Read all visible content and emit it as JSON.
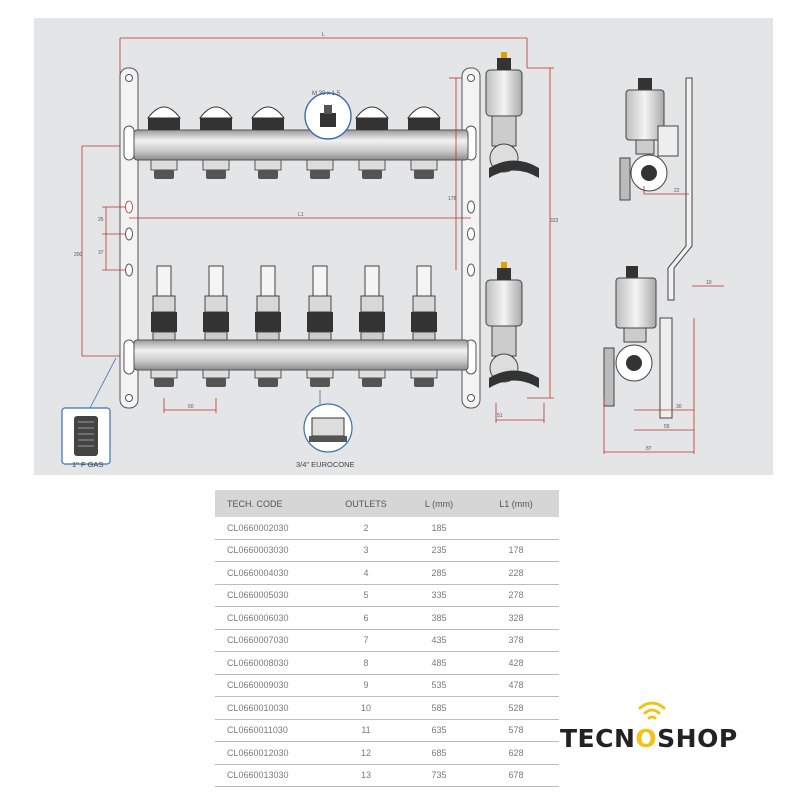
{
  "drawing": {
    "dim_L": "L",
    "dim_L1": "L1",
    "thread_label": "M 30 x 1.5",
    "dim_25": "25",
    "dim_37": "37",
    "dim_200": "200",
    "dim_178": "178",
    "dim_323": "323",
    "dim_50": "50",
    "dim_51": "51",
    "dim_22": "22",
    "dim_10": "10",
    "dim_30": "30",
    "dim_55": "55",
    "dim_87": "87",
    "label_gas": "1\" F GAS",
    "label_eurocone": "3/4\" EUROCONE"
  },
  "table": {
    "headers": [
      "TECH. CODE",
      "OUTLETS",
      "L (mm)",
      "L1 (mm)"
    ],
    "rows": [
      [
        "CL0660002030",
        "2",
        "185",
        ""
      ],
      [
        "CL0660003030",
        "3",
        "235",
        "178"
      ],
      [
        "CL0660004030",
        "4",
        "285",
        "228"
      ],
      [
        "CL0660005030",
        "5",
        "335",
        "278"
      ],
      [
        "CL0660006030",
        "6",
        "385",
        "328"
      ],
      [
        "CL0660007030",
        "7",
        "435",
        "378"
      ],
      [
        "CL0660008030",
        "8",
        "485",
        "428"
      ],
      [
        "CL0660009030",
        "9",
        "535",
        "478"
      ],
      [
        "CL0660010030",
        "10",
        "585",
        "528"
      ],
      [
        "CL0660011030",
        "11",
        "635",
        "578"
      ],
      [
        "CL0660012030",
        "12",
        "685",
        "628"
      ],
      [
        "CL0660013030",
        "13",
        "735",
        "678"
      ]
    ]
  },
  "brand": {
    "text_before": "TECN",
    "text_o": "O",
    "text_after": "SHOP",
    "accent": "#f0c419",
    "icon": "wifi-signal-icon"
  },
  "colors": {
    "dimension_line": "#c0302a",
    "blue_callout": "#3a6fb0",
    "drawing_bg": "#e4e5e6"
  }
}
